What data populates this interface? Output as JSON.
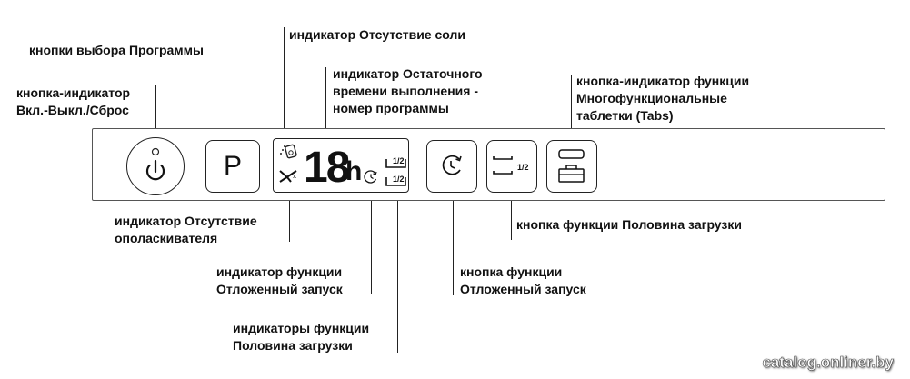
{
  "labels": {
    "program_buttons": "кнопки выбора Программы",
    "power_button": "кнопка-индикатор\nВкл.-Выкл./Сброс",
    "salt_indicator": "индикатор Отсутствие соли",
    "remaining_time": "индикатор Остаточного\nвремени выполнения -\nномер программы",
    "tabs_button": "кнопка-индикатор функции\nМногофункциональные\nтаблетки (Tabs)",
    "rinse_indicator": "индикатор Отсутствие\nополаскивателя",
    "half_load_button": "кнопка функции Половина загрузки",
    "delay_indicator": "индикатор функции\nОтложенный запуск",
    "delay_button": "кнопка функции\nОтложенный запуск",
    "half_load_indicators": "индикаторы функции\nПоловина загрузки"
  },
  "panel": {
    "program_button_label": "P",
    "display_digits": "18",
    "display_unit": "h",
    "half_fraction": "1/2"
  },
  "watermark": "catalog.onliner.by"
}
